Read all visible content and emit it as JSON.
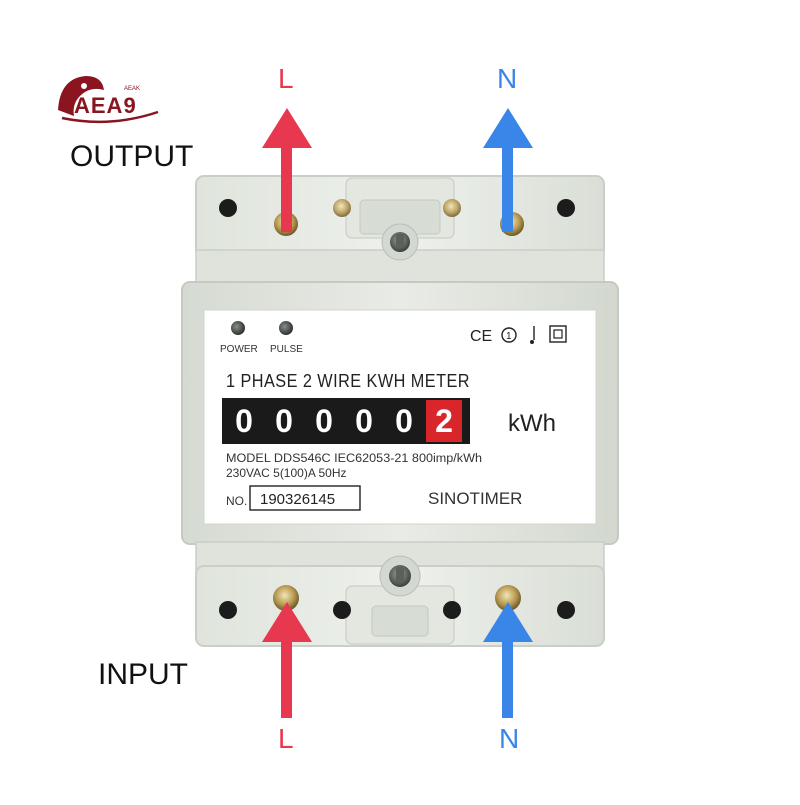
{
  "logo": {
    "text": "AEA9",
    "small_text": "AEAK"
  },
  "labels": {
    "output": "OUTPUT",
    "input": "INPUT",
    "top_left_wire": "L",
    "top_right_wire": "N",
    "bottom_left_wire": "L",
    "bottom_right_wire": "N"
  },
  "meter": {
    "indicator_power": "POWER",
    "indicator_pulse": "PULSE",
    "title": "1 PHASE 2 WIRE KWH METER",
    "digits": [
      "0",
      "0",
      "0",
      "0",
      "0",
      "2"
    ],
    "unit": "kWh",
    "model_line": "MODEL DDS546C IEC62053-21 800imp/kWh",
    "spec_line": "230VAC 5(100)A 50Hz",
    "number_label": "NO.",
    "serial": "190326145",
    "brand": "SINOTIMER",
    "cert_ce": "CE",
    "cert_1": "1"
  },
  "colors": {
    "live_wire": "#e8384f",
    "neutral_wire": "#3a86e8",
    "casing": "#e6eae3",
    "digit_bg": "#1a1a1a",
    "digit_red": "#d9262b"
  }
}
